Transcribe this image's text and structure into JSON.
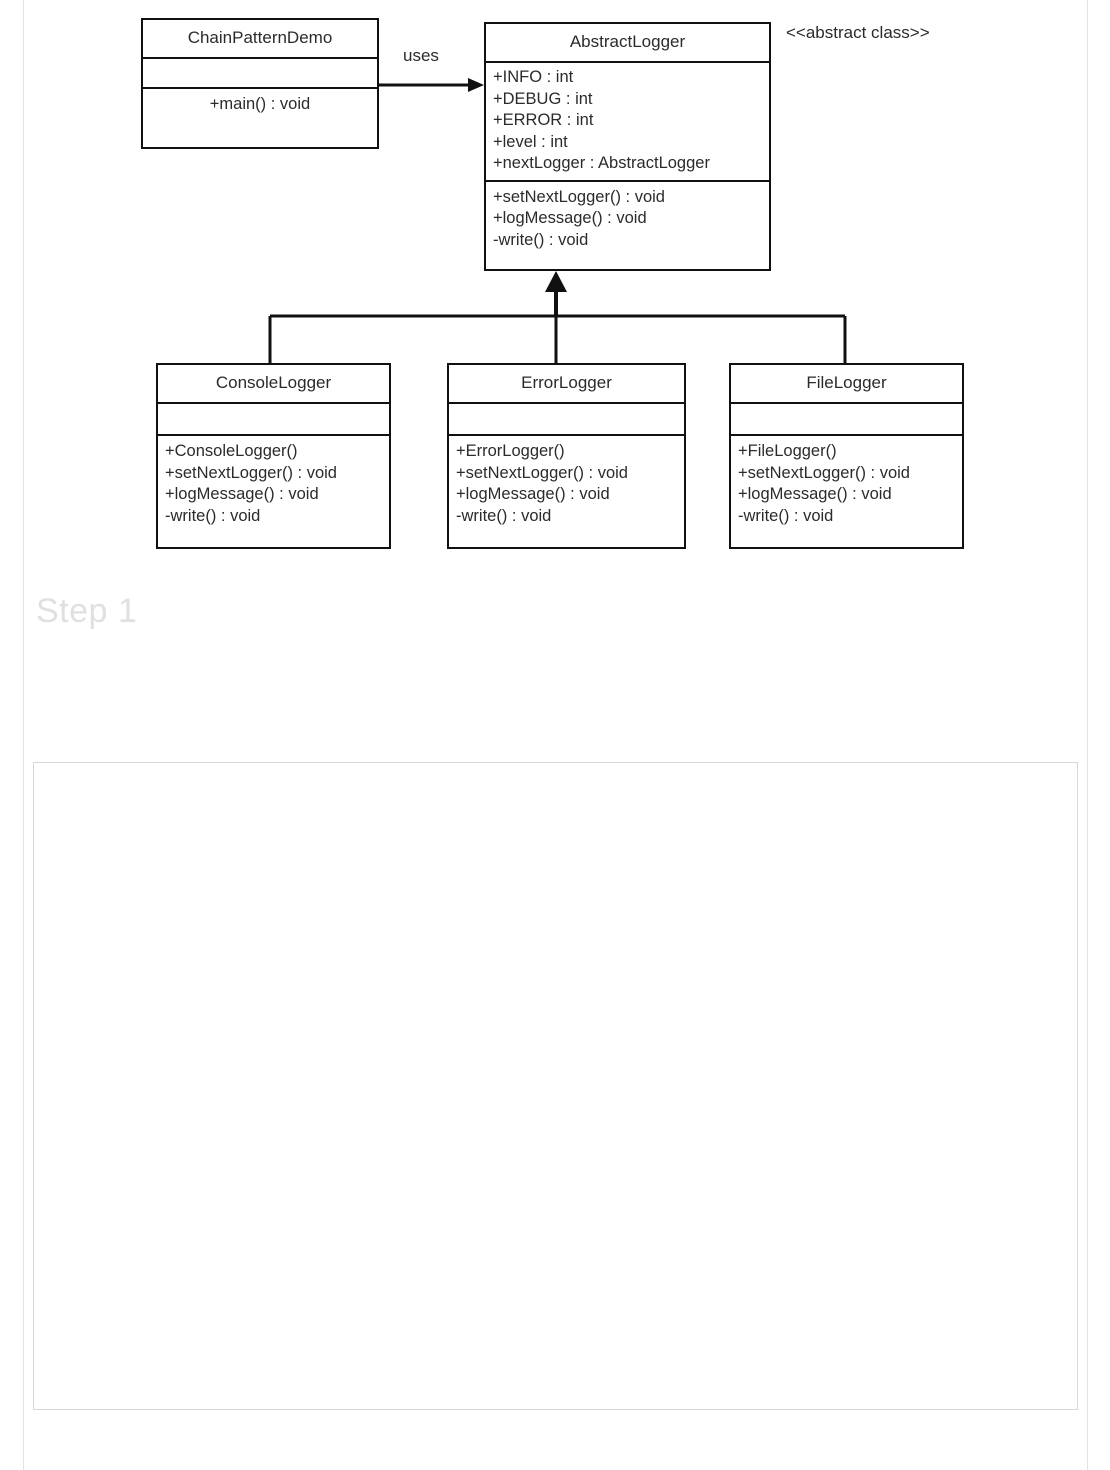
{
  "diagram": {
    "type": "uml-class-diagram",
    "caption": "Step 1",
    "stereotype": "<<abstract class>>",
    "association_label": "uses",
    "classes": [
      {
        "id": "ChainPatternDemo",
        "name": "ChainPatternDemo",
        "attributes": [],
        "operations": [
          "+main()  : void"
        ]
      },
      {
        "id": "AbstractLogger",
        "name": "AbstractLogger",
        "attributes": [
          "+INFO : int",
          "+DEBUG : int",
          "+ERROR : int",
          "+level : int",
          "+nextLogger : AbstractLogger"
        ],
        "operations": [
          "+setNextLogger() : void",
          "+logMessage() : void",
          "-write() : void"
        ]
      },
      {
        "id": "ConsoleLogger",
        "name": "ConsoleLogger",
        "attributes": [],
        "operations": [
          "+ConsoleLogger()",
          "+setNextLogger() : void",
          "+logMessage()  : void",
          "-write() : void"
        ]
      },
      {
        "id": "ErrorLogger",
        "name": "ErrorLogger",
        "attributes": [],
        "operations": [
          "+ErrorLogger()",
          "+setNextLogger() : void",
          "+logMessage()  : void",
          "-write() : void"
        ]
      },
      {
        "id": "FileLogger",
        "name": "FileLogger",
        "attributes": [],
        "operations": [
          "+FileLogger()",
          "+setNextLogger() : void",
          "+logMessage()  : void",
          "-write() : void"
        ]
      }
    ],
    "relationships": [
      {
        "kind": "association",
        "label": "uses",
        "from": "ChainPatternDemo",
        "to": "AbstractLogger"
      },
      {
        "kind": "generalization",
        "from": "ConsoleLogger",
        "to": "AbstractLogger"
      },
      {
        "kind": "generalization",
        "from": "ErrorLogger",
        "to": "AbstractLogger"
      },
      {
        "kind": "generalization",
        "from": "FileLogger",
        "to": "AbstractLogger"
      }
    ],
    "colors": {
      "stroke": "#111111",
      "text": "#2b2b2b",
      "caption": "#e0e0e0",
      "panel_border": "#d8d8d8",
      "page_rule": "#e3e3e3",
      "background": "#ffffff"
    }
  }
}
